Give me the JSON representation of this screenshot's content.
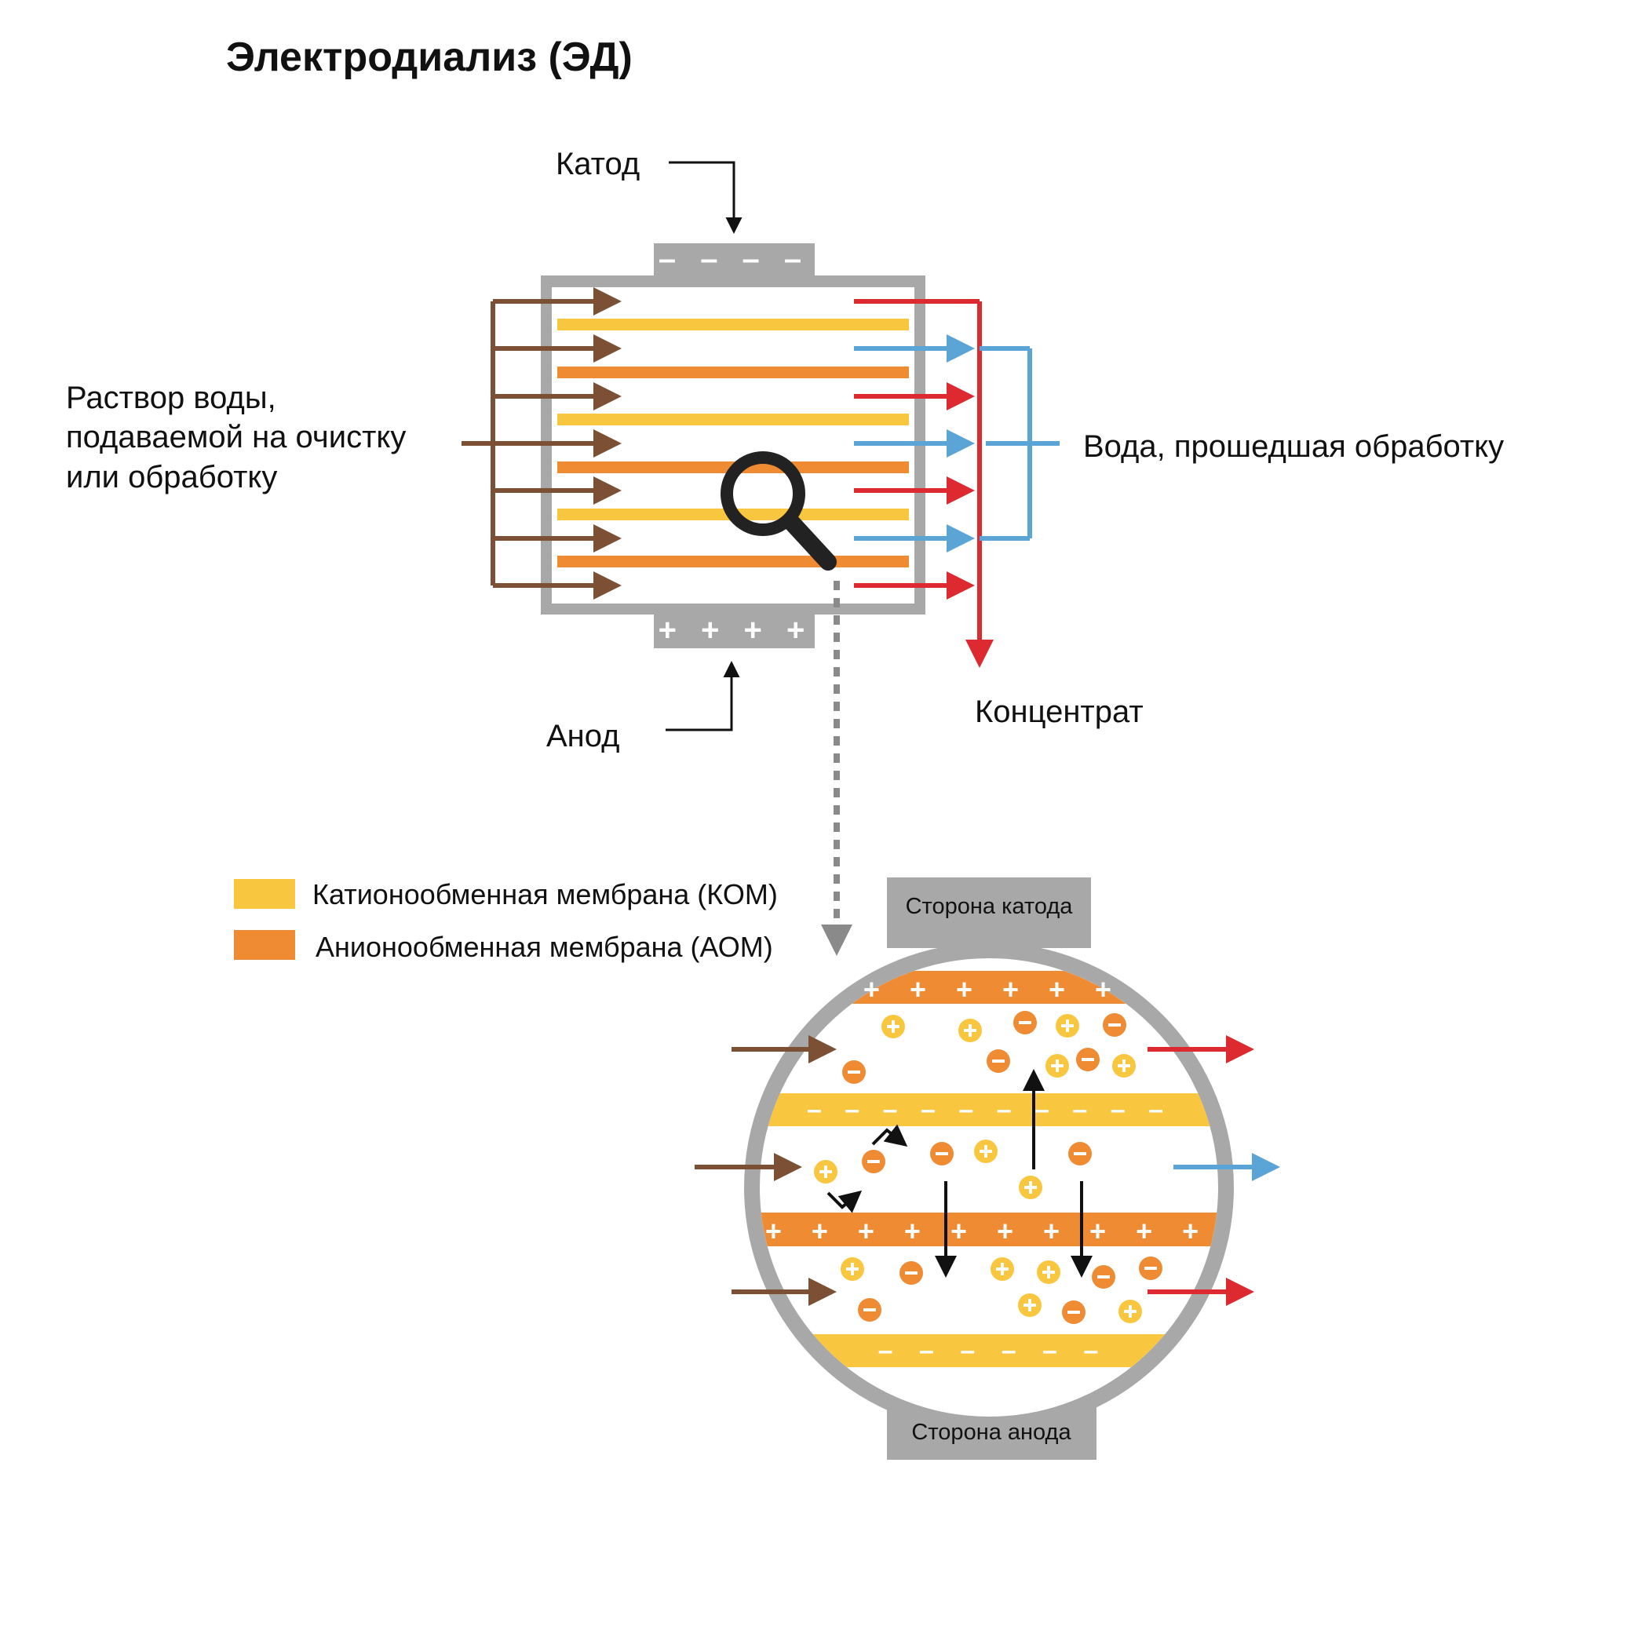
{
  "title": "Электродиализ (ЭД)",
  "labels": {
    "cathode": "Катод",
    "anode": "Анод",
    "feed_line1": "Раствор воды,",
    "feed_line2": "подаваемой на очистку",
    "feed_line3": "или обработку",
    "treated": "Вода, прошедшая обработку",
    "concentrate": "Концентрат",
    "cathode_side": "Сторона катода",
    "anode_side": "Сторона анода"
  },
  "legend": [
    {
      "label": "Катионообменная мембрана (КОМ)",
      "color": "#f9c640"
    },
    {
      "label": "Анионообменная мембрана (АОМ)",
      "color": "#ee8b33"
    }
  ],
  "colors": {
    "cem": "#f9c640",
    "aem": "#ee8b33",
    "feed": "#7b5034",
    "concentrate": "#dd2930",
    "treated": "#5ba5d6",
    "housing": "#a8a8a8"
  },
  "icons": [
    "magnifier-icon"
  ]
}
